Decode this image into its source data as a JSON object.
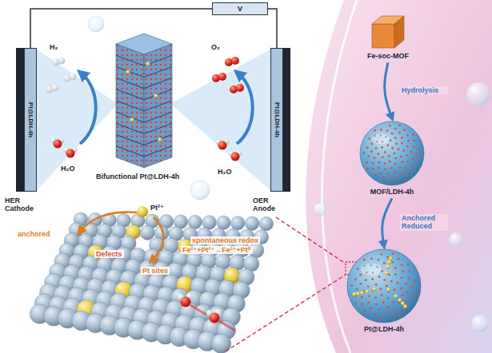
{
  "diagram": {
    "nodes": [
      {
        "text": [
          "V"
        ]
      },
      {
        "text": [
          "Pt@LDH-4h"
        ]
      },
      {
        "text": [
          "Pt@LDH-4h"
        ]
      },
      {
        "text": [
          "Fe-soc-MOF"
        ]
      },
      {
        "text": [
          "MOF/LDH-4h"
        ]
      },
      {
        "text": [
          "Pt@LDH-4h"
        ]
      }
    ],
    "edges": [
      {
        "from": 0,
        "to": 1,
        "arrow": "none"
      },
      {
        "from": 0,
        "to": 2,
        "arrow": "none"
      },
      {
        "from": 3,
        "to": 4,
        "label": "Hydrolysis",
        "arrow": "to"
      },
      {
        "from": 4,
        "to": 5,
        "label": "Anchored Reduced",
        "arrow": "to"
      }
    ],
    "labels": [
      "H₂",
      "H₂O",
      "O₂",
      "H₂O",
      "HER Cathode",
      "OER Anode",
      "Bifunctional Pt@LDH-4h",
      "Pt²⁺",
      "anchored",
      "Defects",
      "spontaneous redox",
      "Fe²⁺+Pt²⁺→Fe³⁺+Pt⁰",
      "Pt sites"
    ]
  }
}
